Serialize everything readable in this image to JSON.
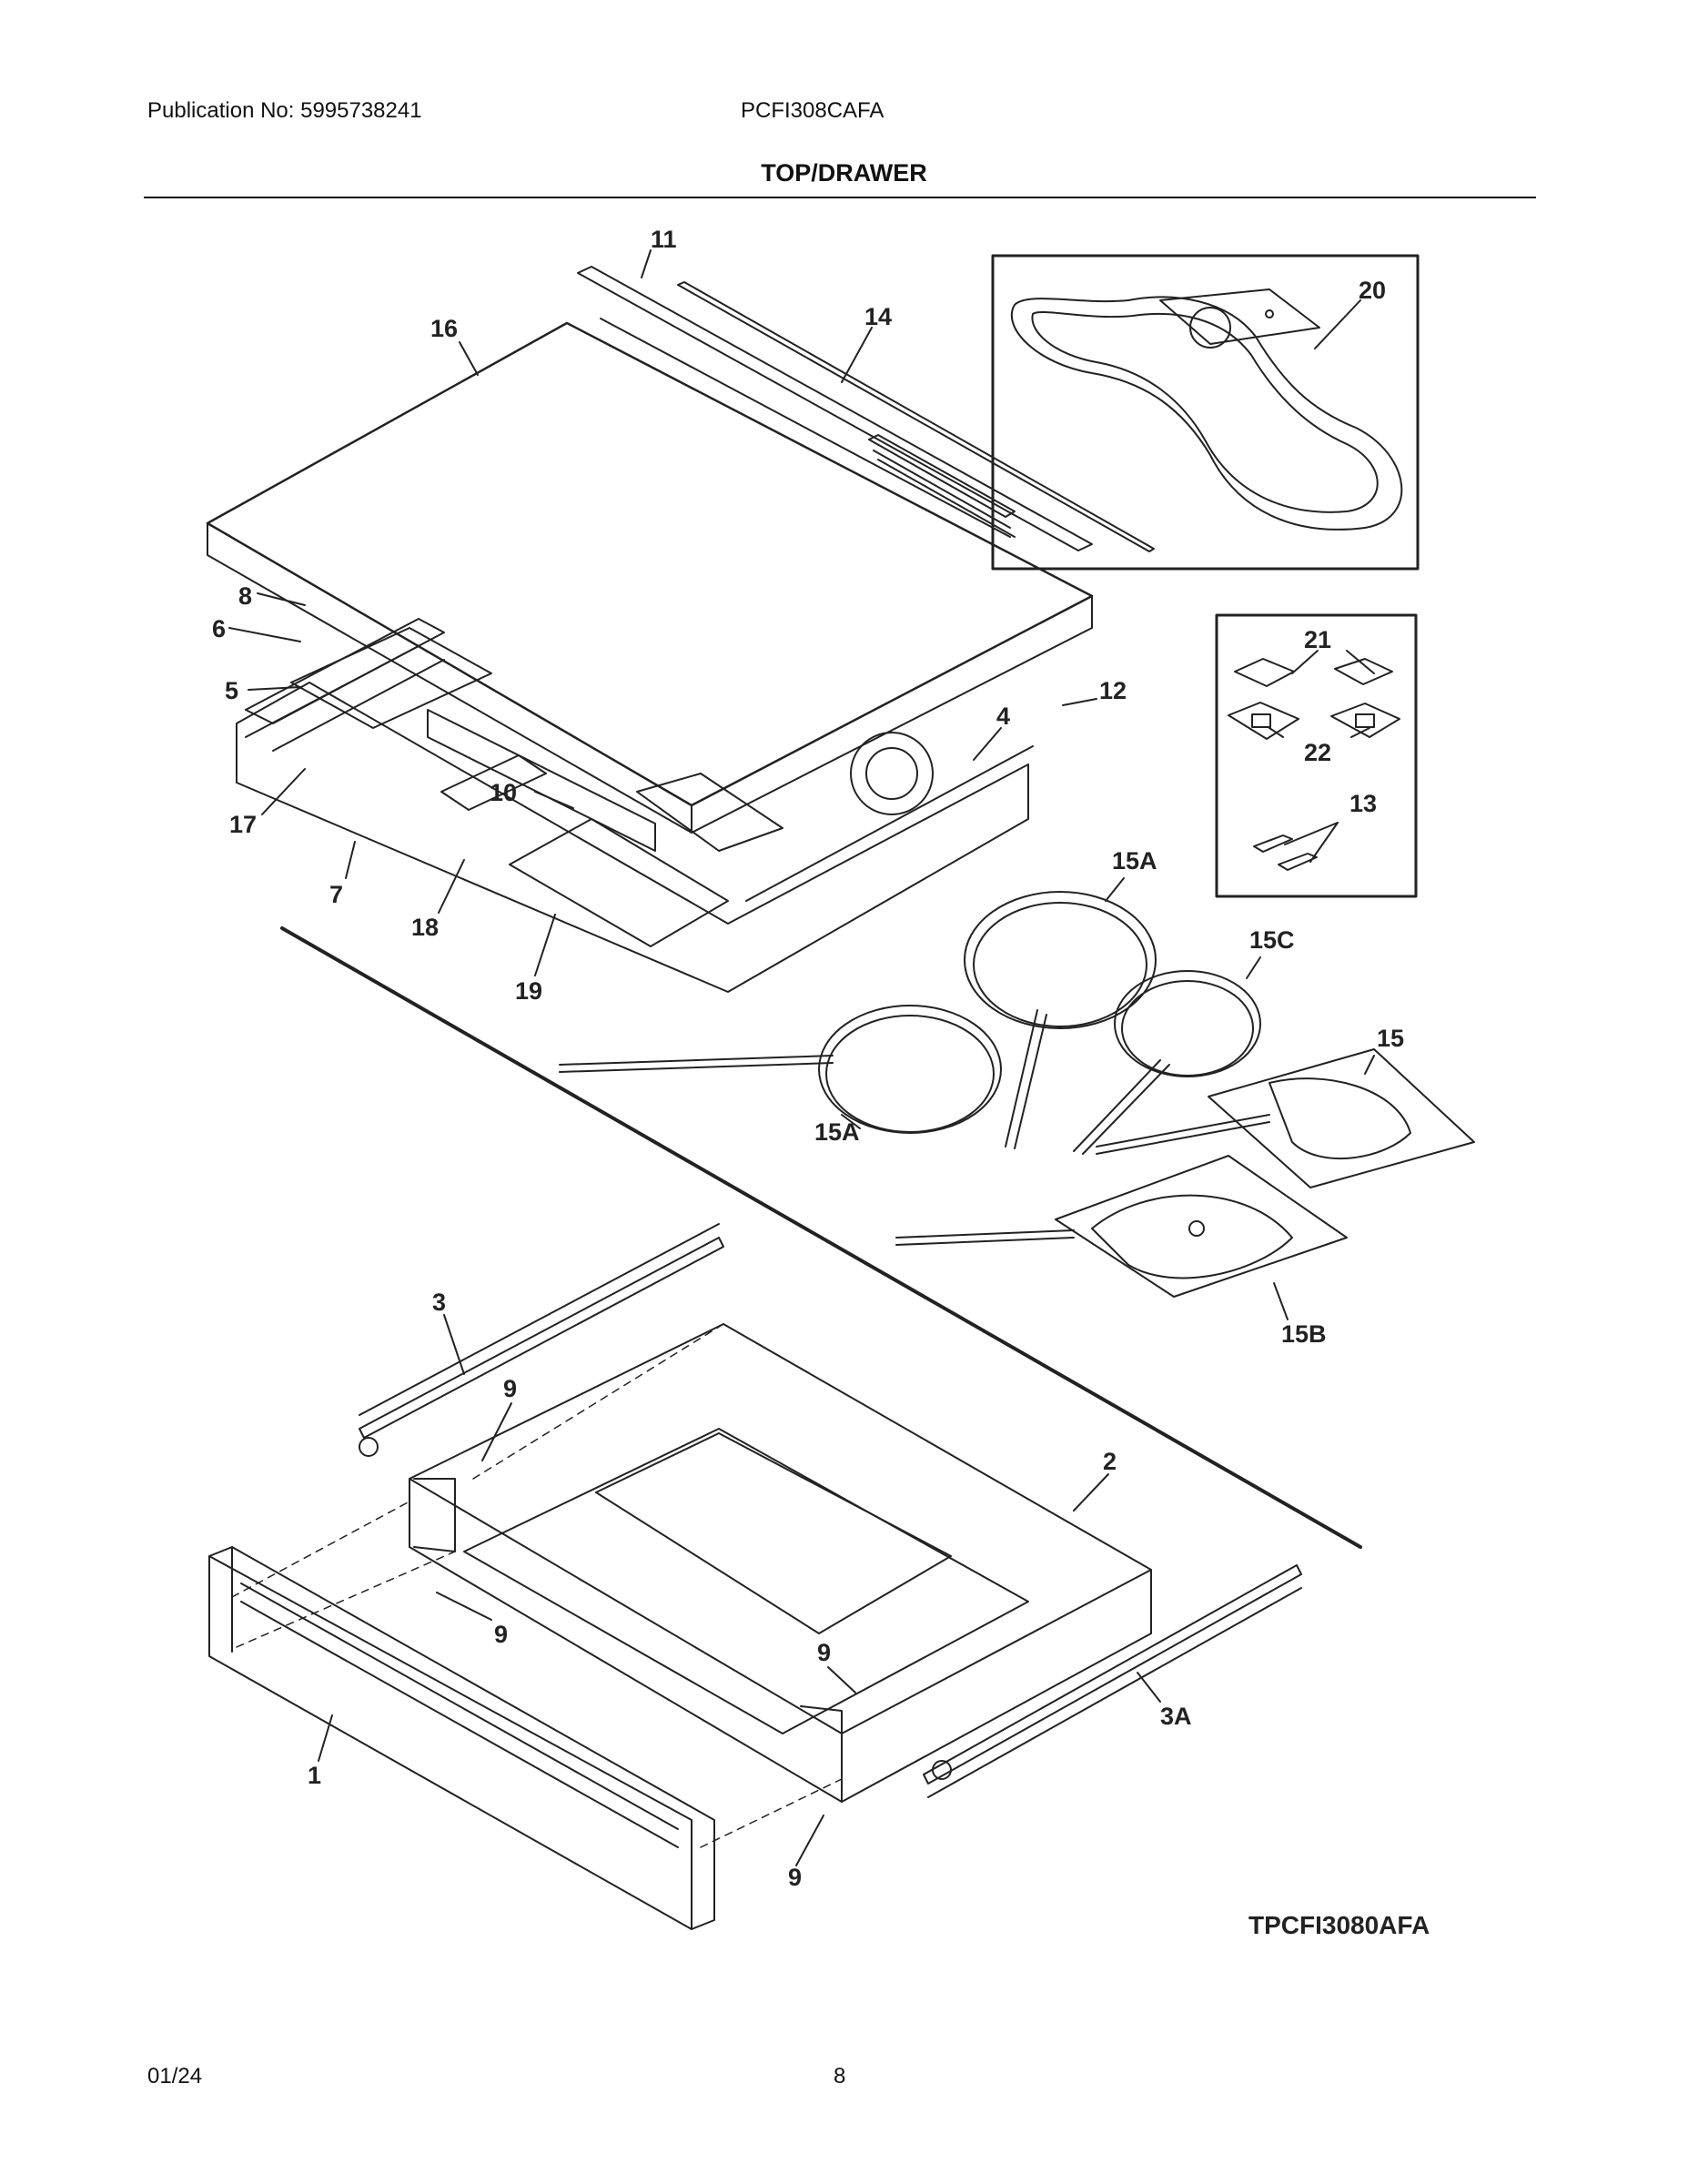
{
  "header": {
    "publication": "Publication No: 5995738241",
    "model": "PCFI308CAFA",
    "section_title": "TOP/DRAWER"
  },
  "diagram": {
    "drawing_code": "TPCFI3080AFA",
    "callouts": {
      "c1": "1",
      "c2": "2",
      "c3": "3",
      "c3a": "3A",
      "c4": "4",
      "c5": "5",
      "c6": "6",
      "c7": "7",
      "c8": "8",
      "c9a": "9",
      "c9b": "9",
      "c9c": "9",
      "c9d": "9",
      "c10": "10",
      "c11": "11",
      "c12": "12",
      "c13": "13",
      "c14": "14",
      "c15": "15",
      "c15a1": "15A",
      "c15a2": "15A",
      "c15b": "15B",
      "c15c": "15C",
      "c16": "16",
      "c17": "17",
      "c18": "18",
      "c19": "19",
      "c20": "20",
      "c21": "21",
      "c22": "22"
    }
  },
  "footer": {
    "date": "01/24",
    "page": "8"
  }
}
